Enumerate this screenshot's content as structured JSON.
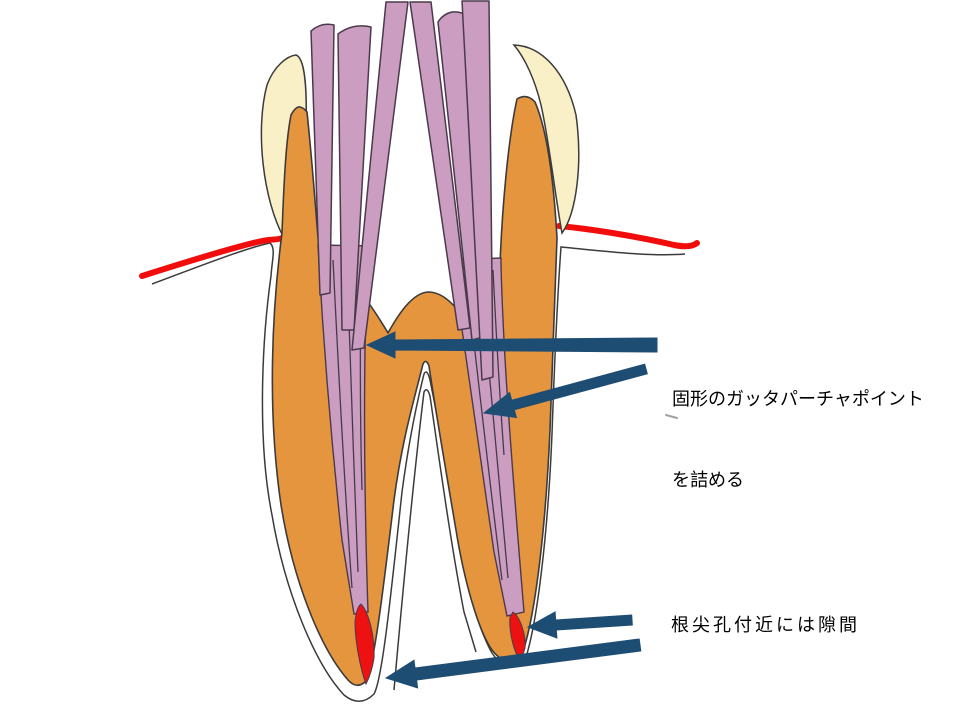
{
  "slide": {
    "labels": {
      "filling": {
        "line1": "固形のガッタパーチャポイント",
        "line2": "を詰める"
      },
      "apex_gap": "根尖孔付近には隙間",
      "stray_mark": "`"
    },
    "colors": {
      "background": "#FFFFFF",
      "enamel": "#FAF0C8",
      "dentin": "#E6953F",
      "gutta_percha": "#CB9DC1",
      "apical_gap_red": "#EE1111",
      "gingiva_red": "#F20D0D",
      "arrow_navy": "#1E4D73",
      "outline_dark": "#3B3B3B",
      "rod_outline": "#4A3A4C",
      "canal_line": "#453A4A",
      "stray_gray": "#8A8A8A",
      "text": "#000000"
    }
  }
}
